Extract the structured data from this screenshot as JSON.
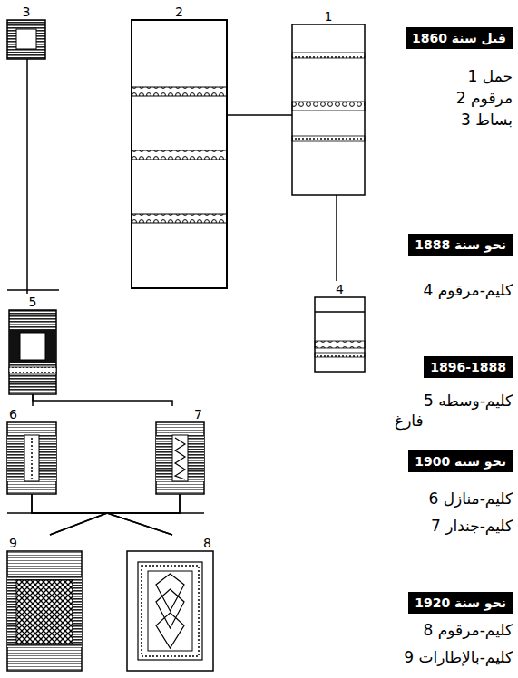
{
  "diagram": {
    "nodes": [
      {
        "text": [
          "1"
        ]
      },
      {
        "text": [
          "2"
        ]
      },
      {
        "text": [
          "3"
        ]
      },
      {
        "text": [
          "4"
        ]
      },
      {
        "text": [
          "5"
        ]
      },
      {
        "text": [
          "6"
        ]
      },
      {
        "text": [
          "7"
        ]
      },
      {
        "text": [
          "8"
        ]
      },
      {
        "text": [
          "9"
        ]
      },
      {
        "text": [
          "قبل سنة 1860"
        ]
      },
      {
        "text": [
          "نحو سنة 1888"
        ]
      },
      {
        "text": [
          "1896-1888"
        ]
      },
      {
        "text": [
          "نحو سنة 1900"
        ]
      },
      {
        "text": [
          "نحو سنة 1920"
        ]
      }
    ],
    "edges": [
      {
        "from": 1,
        "to": 0,
        "arrow": "none"
      },
      {
        "from": 0,
        "to": 3,
        "arrow": "none"
      },
      {
        "from": 2,
        "to": 4,
        "arrow": "none"
      },
      {
        "from": 4,
        "to": 5,
        "arrow": "none"
      },
      {
        "from": 4,
        "to": 6,
        "arrow": "none"
      },
      {
        "from": 5,
        "to": 7,
        "arrow": "none"
      },
      {
        "from": 5,
        "to": 8,
        "arrow": "none"
      },
      {
        "from": 6,
        "to": 7,
        "arrow": "none"
      },
      {
        "from": 6,
        "to": 8,
        "arrow": "none"
      }
    ],
    "labels": [
      "1 حمل",
      "2 مرقوم",
      "3 بساط",
      "4 كليم-مرقوم",
      "5 كليم-وسطه فارغ",
      "6 كليم-منازل",
      "7 كليم-جندار",
      "8 كليم-مرقوم",
      "9 كليم-بالإطارات"
    ]
  }
}
